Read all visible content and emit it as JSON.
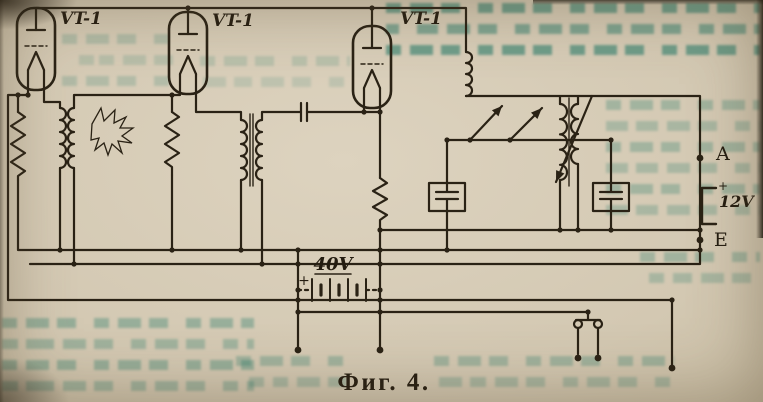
{
  "figure": {
    "caption": "Фиг. 4.",
    "tubes": [
      {
        "label": "VT-1"
      },
      {
        "label": "VT-1"
      },
      {
        "label": "VT-1"
      }
    ],
    "battery": {
      "plus": "+",
      "label": "40V"
    },
    "terminals": {
      "antenna": "A",
      "supply_plus": "+",
      "supply": "12V",
      "earth": "E"
    },
    "colors": {
      "ink": "#2a2215",
      "paper": "#d3c8b2",
      "bleed_text": "#1b7665"
    }
  }
}
